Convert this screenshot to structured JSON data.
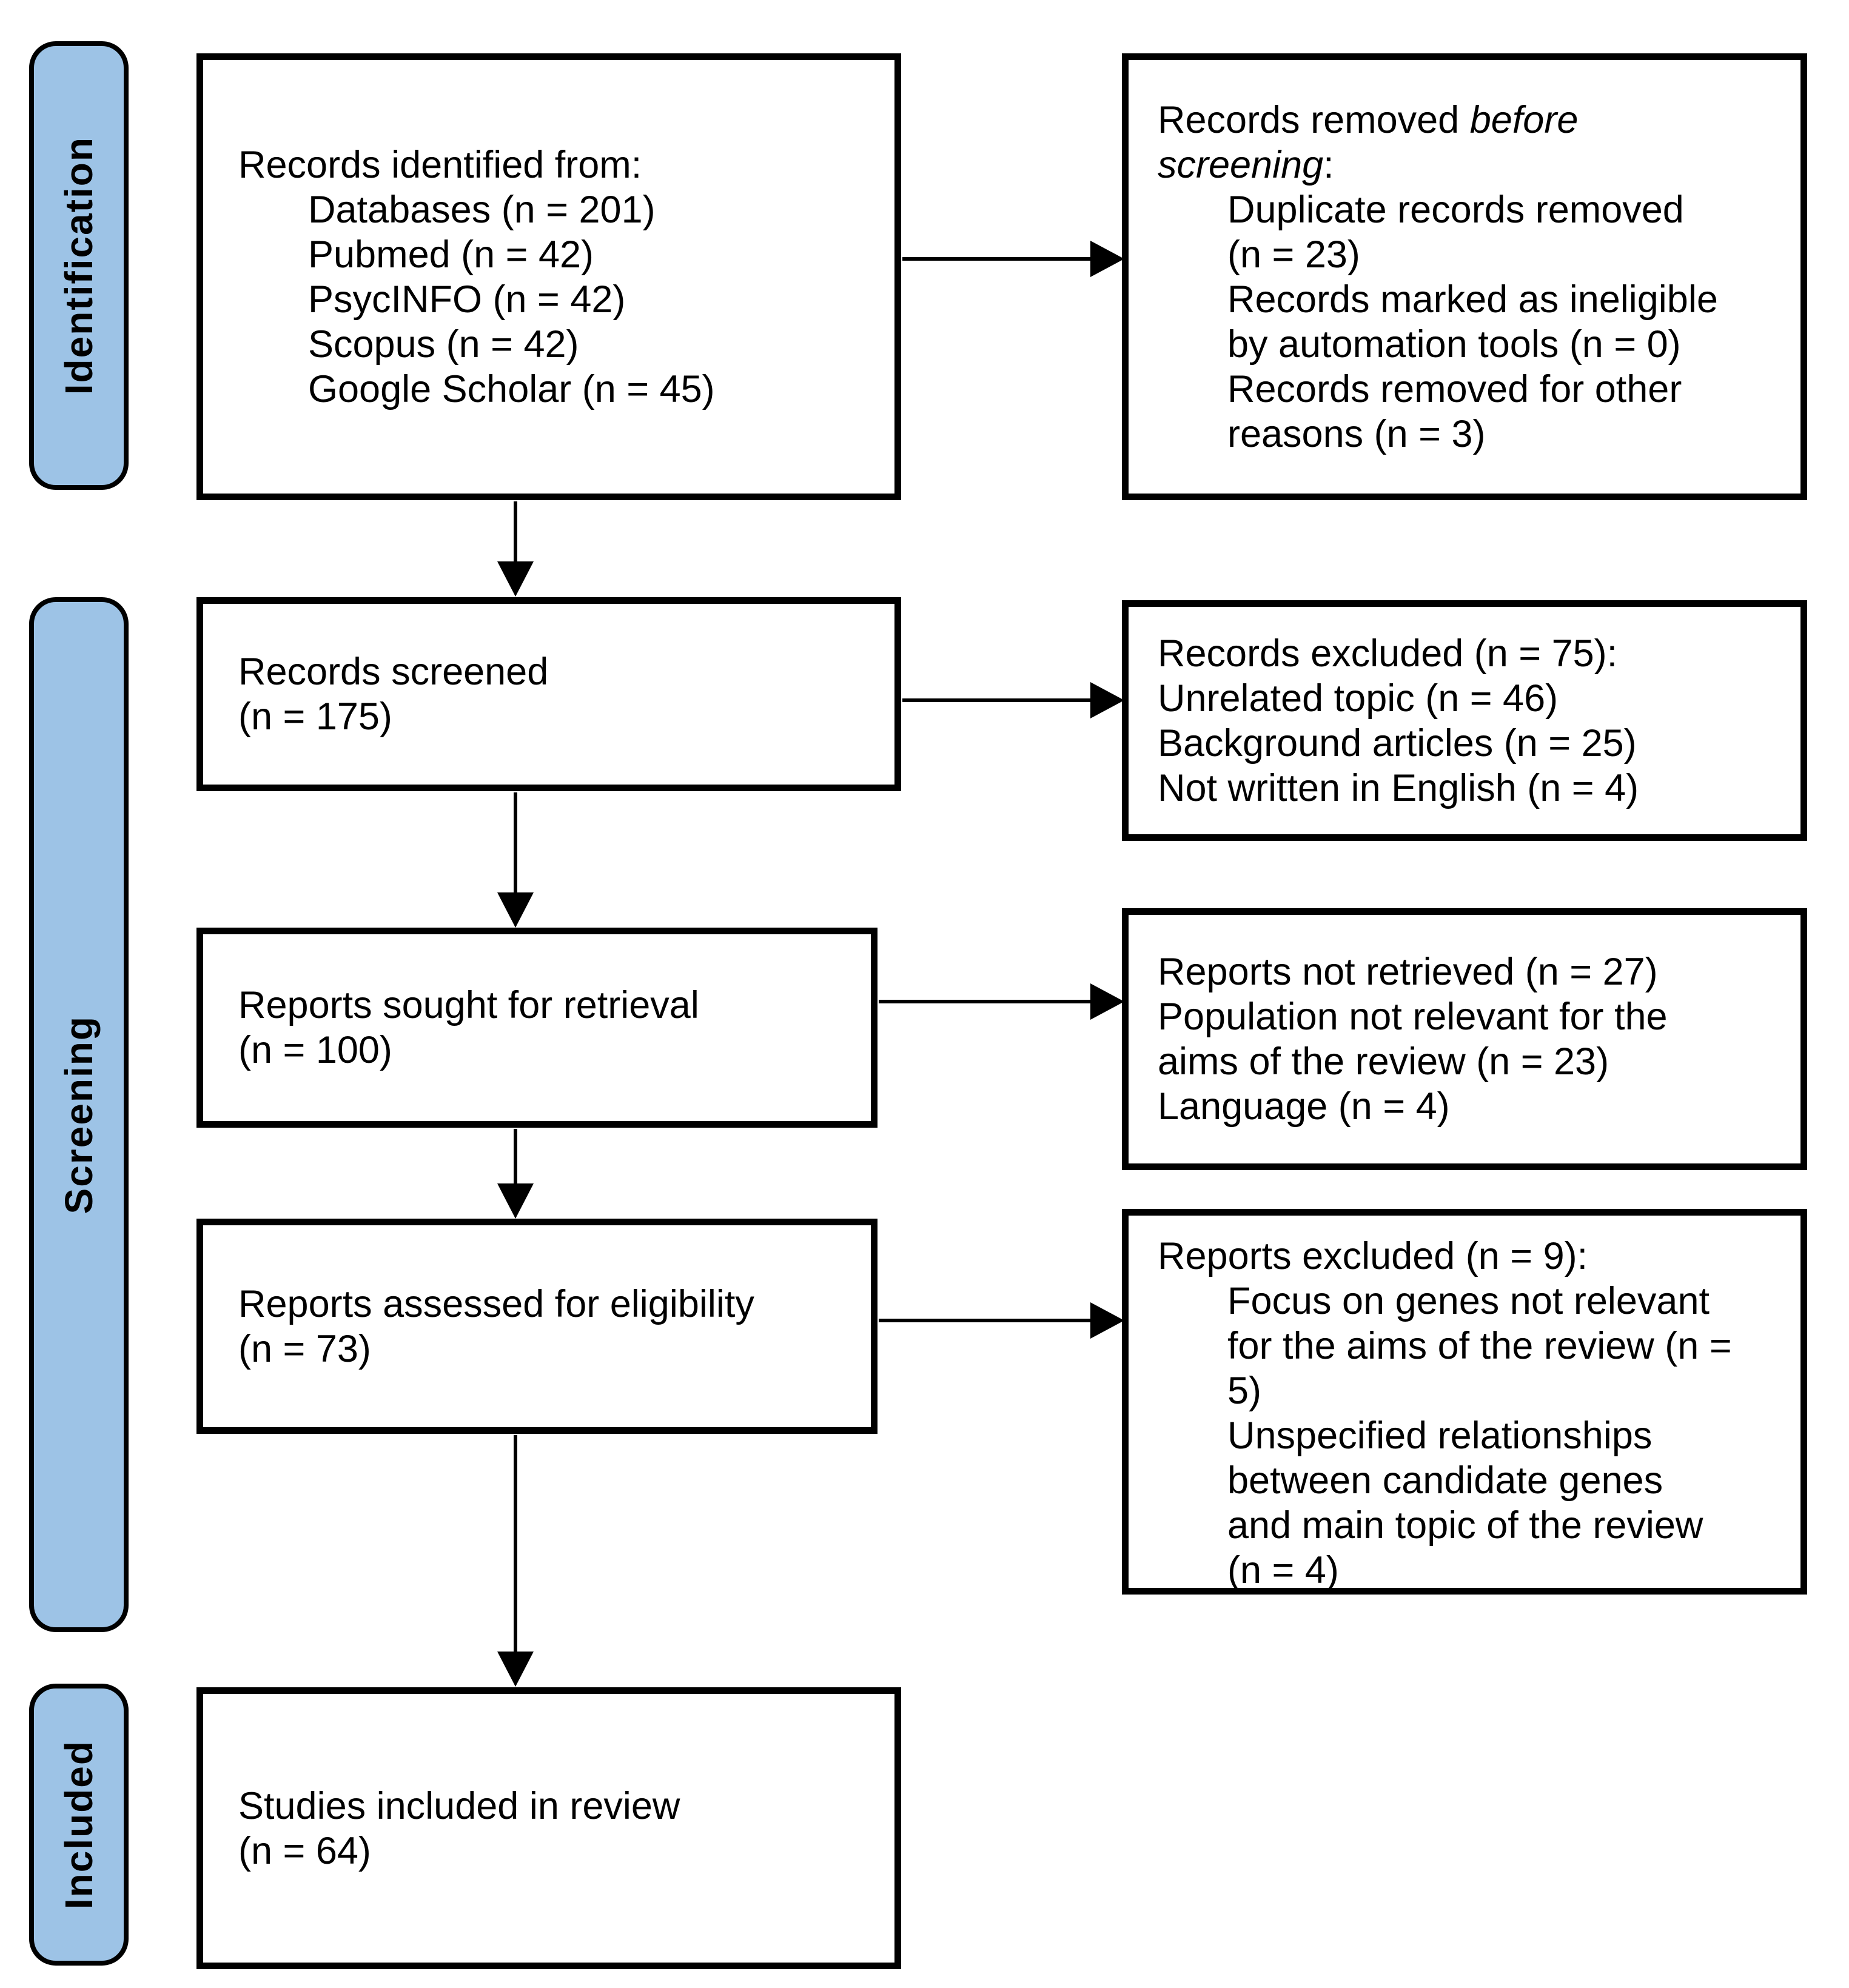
{
  "title": "PRISMA flow diagram",
  "palette": {
    "band_fill": "#9DC3E6",
    "band_border": "#000000",
    "box_border": "#000000",
    "text": "#000000",
    "background": "#FFFFFF"
  },
  "sidebars": {
    "identification": "Identification",
    "screening": "Screening",
    "included": "Included"
  },
  "boxes": {
    "identified": {
      "lines": [
        {
          "runs": [
            {
              "text": "Records identified from:"
            }
          ]
        },
        {
          "indent": true,
          "runs": [
            {
              "text": "Databases (n = 201)"
            }
          ]
        },
        {
          "indent": true,
          "runs": [
            {
              "text": "Pubmed (n = 42)"
            }
          ]
        },
        {
          "indent": true,
          "runs": [
            {
              "text": "PsycINFO (n = 42)"
            }
          ]
        },
        {
          "indent": true,
          "runs": [
            {
              "text": "Scopus (n = 42)"
            }
          ]
        },
        {
          "indent": true,
          "runs": [
            {
              "text": "Google Scholar (n = 45)"
            }
          ]
        }
      ]
    },
    "removed_before_screening": {
      "lines": [
        {
          "runs": [
            {
              "text": "Records removed "
            },
            {
              "text": "before",
              "italic": true
            }
          ]
        },
        {
          "runs": [
            {
              "text": "screening",
              "italic": true
            },
            {
              "text": ":"
            }
          ]
        },
        {
          "indent": true,
          "runs": [
            {
              "text": "Duplicate records removed"
            }
          ]
        },
        {
          "indent": true,
          "runs": [
            {
              "text": "(n = 23)"
            }
          ]
        },
        {
          "indent": true,
          "runs": [
            {
              "text": "Records marked as ineligible"
            }
          ]
        },
        {
          "indent": true,
          "runs": [
            {
              "text": "by automation tools (n = 0)"
            }
          ]
        },
        {
          "indent": true,
          "runs": [
            {
              "text": "Records removed for other"
            }
          ]
        },
        {
          "indent": true,
          "runs": [
            {
              "text": "reasons (n = 3)"
            }
          ]
        }
      ]
    },
    "screened": {
      "lines": [
        {
          "runs": [
            {
              "text": "Records screened"
            }
          ]
        },
        {
          "runs": [
            {
              "text": "(n = 175)"
            }
          ]
        }
      ]
    },
    "records_excluded": {
      "lines": [
        {
          "runs": [
            {
              "text": "Records excluded (n = 75):"
            }
          ]
        },
        {
          "runs": [
            {
              "text": "Unrelated topic (n = 46)"
            }
          ]
        },
        {
          "runs": [
            {
              "text": "Background articles (n = 25)"
            }
          ]
        },
        {
          "runs": [
            {
              "text": "Not written in English (n = 4)"
            }
          ]
        }
      ]
    },
    "sought": {
      "lines": [
        {
          "runs": [
            {
              "text": "Reports sought for retrieval"
            }
          ]
        },
        {
          "runs": [
            {
              "text": "(n = 100)"
            }
          ]
        }
      ]
    },
    "not_retrieved": {
      "lines": [
        {
          "runs": [
            {
              "text": "Reports not retrieved (n = 27)"
            }
          ]
        },
        {
          "runs": [
            {
              "text": "Population not relevant for the"
            }
          ]
        },
        {
          "runs": [
            {
              "text": "aims of the review (n = 23)"
            }
          ]
        },
        {
          "runs": [
            {
              "text": "Language (n = 4)"
            }
          ]
        }
      ]
    },
    "assessed": {
      "lines": [
        {
          "runs": [
            {
              "text": "Reports assessed for eligibility"
            }
          ]
        },
        {
          "runs": [
            {
              "text": "(n = 73)"
            }
          ]
        }
      ]
    },
    "reports_excluded": {
      "lines": [
        {
          "runs": [
            {
              "text": "Reports excluded (n = 9):"
            }
          ]
        },
        {
          "indent": true,
          "runs": [
            {
              "text": "Focus on genes not relevant"
            }
          ]
        },
        {
          "indent": true,
          "runs": [
            {
              "text": "for the aims of the review (n ="
            }
          ]
        },
        {
          "indent": true,
          "runs": [
            {
              "text": "5)"
            }
          ]
        },
        {
          "indent": true,
          "runs": [
            {
              "text": "Unspecified relationships"
            }
          ]
        },
        {
          "indent": true,
          "runs": [
            {
              "text": "between candidate genes"
            }
          ]
        },
        {
          "indent": true,
          "runs": [
            {
              "text": "and main topic of the review"
            }
          ]
        },
        {
          "indent": true,
          "runs": [
            {
              "text": "(n = 4)"
            }
          ]
        }
      ]
    },
    "included_studies": {
      "lines": [
        {
          "runs": [
            {
              "text": "Studies included in review"
            }
          ]
        },
        {
          "runs": [
            {
              "text": "(n = 64)"
            }
          ]
        }
      ]
    }
  }
}
